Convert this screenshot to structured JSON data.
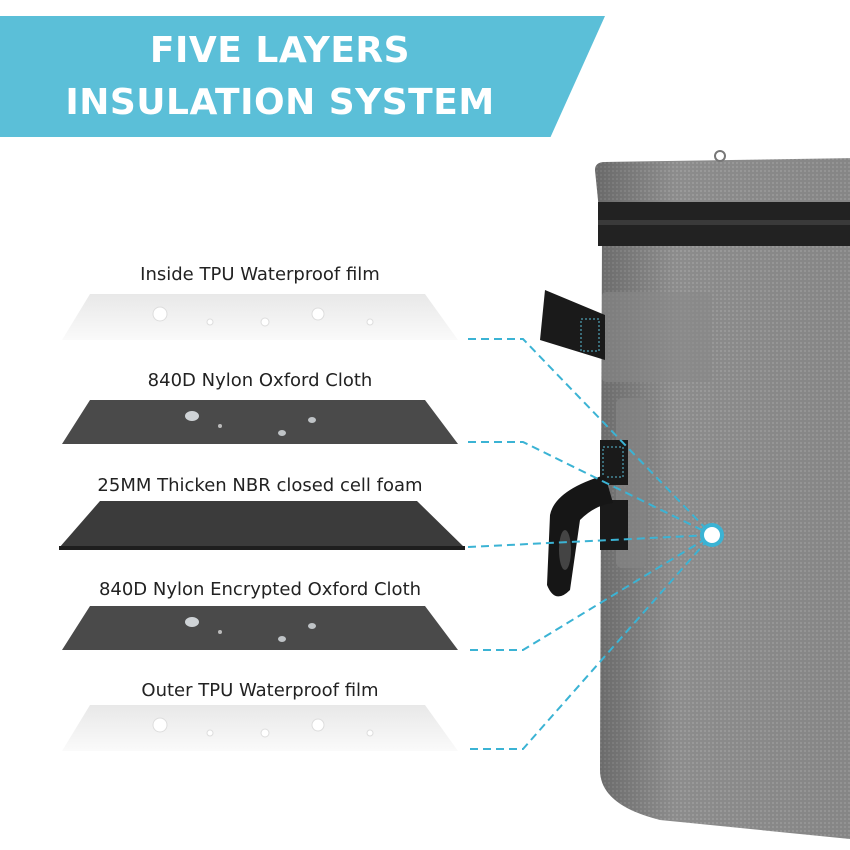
{
  "header": {
    "title_line1": "FIVE LAYERS",
    "title_line2": "INSULATION SYSTEM",
    "banner_color": "#5bbfd8"
  },
  "layers": [
    {
      "label": "Inside TPU Waterproof film",
      "material": "white-film"
    },
    {
      "label": "840D Nylon Oxford Cloth",
      "material": "dark-woven"
    },
    {
      "label": "25MM Thicken NBR closed cell foam",
      "material": "black-foam"
    },
    {
      "label": "840D Nylon Encrypted Oxford Cloth",
      "material": "dark-woven"
    },
    {
      "label": "Outer TPU Waterproof film",
      "material": "white-film"
    }
  ],
  "callout": {
    "line_color": "#3bb3d4",
    "dot_color": "#3bb3d4"
  },
  "product": {
    "name": "soft cooler bag",
    "color": "#8a8a8a"
  }
}
